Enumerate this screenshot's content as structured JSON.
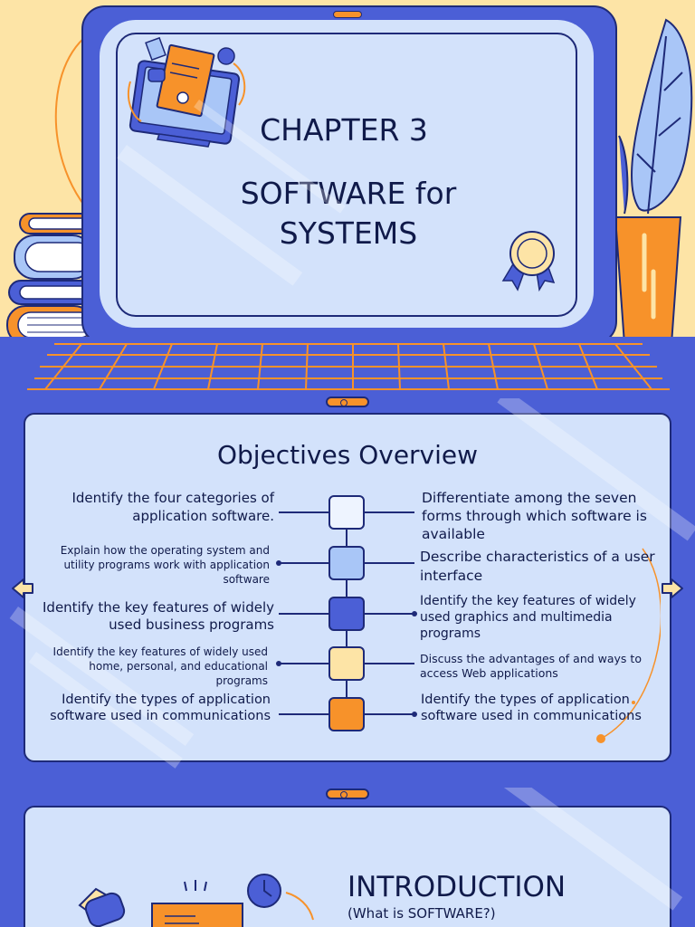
{
  "slide1": {
    "chapter": "CHAPTER 3",
    "title_line1": "SOFTWARE for",
    "title_line2": "SYSTEMS",
    "icons": [
      "laptop-certificate-icon",
      "award-ribbon-icon",
      "potted-plant-icon",
      "book-stack-icon",
      "clock-icon",
      "chat-bubble-icon"
    ]
  },
  "objectives": {
    "title": "Objectives Overview",
    "left": [
      "Identify the four categories of application software.",
      "Explain how the operating system and utility programs work with application software",
      "Identify the key features of widely used business programs",
      "Identify the key features of widely used home, personal, and educational programs",
      "Identify the types of application software used in communications"
    ],
    "right": [
      "Differentiate among the seven forms through which software is available",
      "Describe characteristics of a user interface",
      "Identify the key features of widely used graphics and multimedia programs",
      "Discuss the advantages of and ways to access Web applications",
      "Identify the types of application software used in communications"
    ],
    "node_colors": [
      "#eef4ff",
      "#a9c6f7",
      "#4b5fd6",
      "#fde4a6",
      "#f7922a"
    ]
  },
  "intro": {
    "title": "INTRODUCTION",
    "subtitle": "(What is SOFTWARE?)"
  }
}
